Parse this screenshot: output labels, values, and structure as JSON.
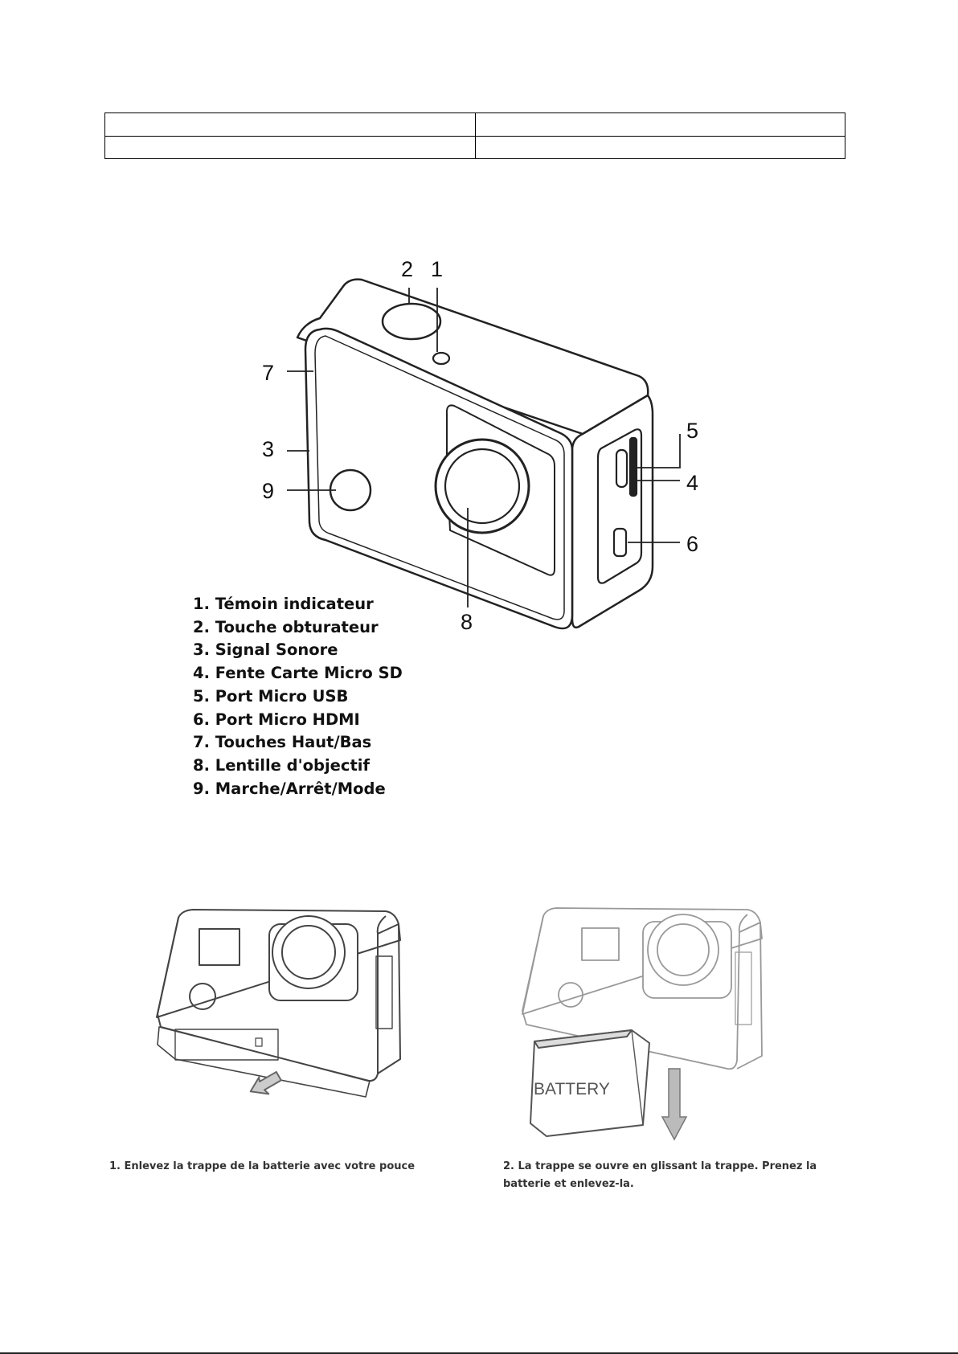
{
  "diagram": {
    "callouts": [
      "1",
      "2",
      "3",
      "4",
      "5",
      "6",
      "7",
      "8",
      "9"
    ],
    "legend": [
      "1. Témoin indicateur",
      "2. Touche obturateur",
      "3. Signal Sonore",
      "4. Fente Carte Micro SD",
      "5. Port Micro USB",
      "6. Port Micro HDMI",
      "7. Touches Haut/Bas",
      "8. Lentille d'objectif",
      "9. Marche/Arrêt/Mode"
    ]
  },
  "battery_steps": {
    "battery_label": "BATTERY",
    "step1": "1. Enlevez la trappe de la batterie avec votre pouce",
    "step2": "2.  La trappe se ouvre en glissant la trappe. Prenez la batterie et enlevez-la."
  }
}
